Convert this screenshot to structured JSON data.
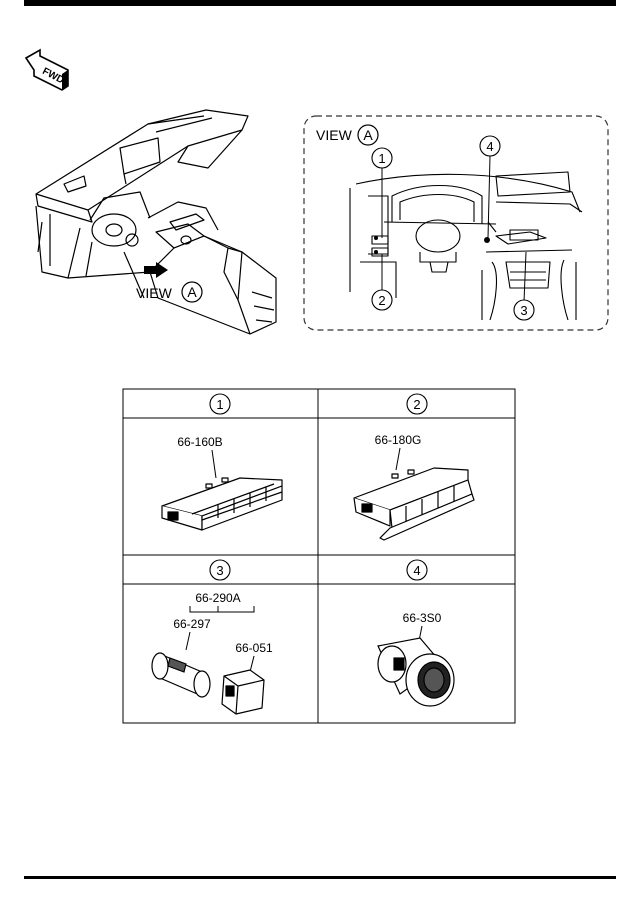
{
  "header": {
    "fwd_label": "FWD"
  },
  "overview": {
    "view_label": "VIEW",
    "view_letter": "A"
  },
  "detail_view": {
    "view_label": "VIEW",
    "view_letter": "A",
    "callouts": [
      "1",
      "4",
      "2",
      "3"
    ]
  },
  "parts_table": {
    "cells": [
      {
        "index": "1",
        "parts": [
          "66-160B"
        ]
      },
      {
        "index": "2",
        "parts": [
          "66-180G"
        ]
      },
      {
        "index": "3",
        "parts": [
          "66-290A",
          "66-297",
          "66-051"
        ]
      },
      {
        "index": "4",
        "parts": [
          "66-3S0"
        ]
      }
    ]
  },
  "colors": {
    "line": "#000000",
    "background": "#ffffff",
    "dashed_border": "#333333"
  }
}
